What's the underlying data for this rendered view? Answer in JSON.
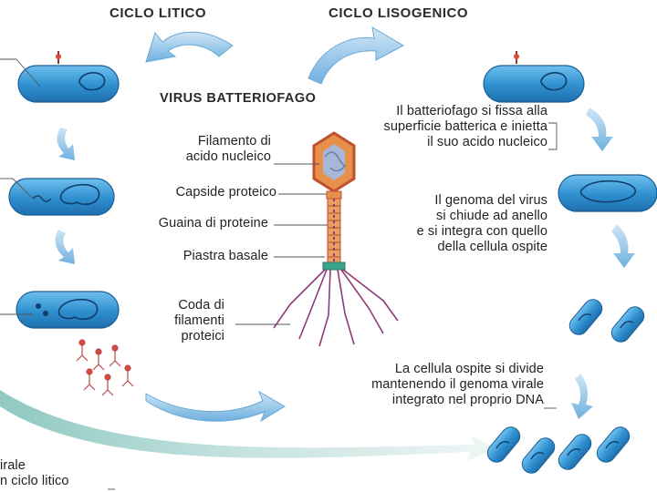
{
  "titles": {
    "lytic": "CICLO LITICO",
    "lysogenic": "CICLO LISOGENICO",
    "virus": "VIRUS BATTERIOFAGO"
  },
  "virus_parts": {
    "filament": [
      "Filamento di",
      "acido nucleico"
    ],
    "capsid": "Capside proteico",
    "sheath": "Guaina di proteine",
    "plate": "Piastra basale",
    "tail": [
      "Coda di",
      "filamenti",
      "proteici"
    ]
  },
  "lysogenic_steps": {
    "step1": [
      "Il batteriofago si fissa alla",
      "superficie batterica e inietta",
      "il suo acido nucleico"
    ],
    "step2": [
      "Il genoma del virus",
      "si chiude ad anello",
      "e si integra con quello",
      "della cellula ospite"
    ],
    "step3": [
      "La cellula ospite si divide",
      "mantenendo il genoma virale",
      "integrato nel proprio DNA"
    ]
  },
  "bottom_left": [
    "irale",
    "n ciclo litico"
  ],
  "colors": {
    "cell_blue": "#2f8fcf",
    "arrow_blue": "#8ec3ea",
    "phage_red": "#d94a3a",
    "tail_purple": "#8e3a7a"
  }
}
